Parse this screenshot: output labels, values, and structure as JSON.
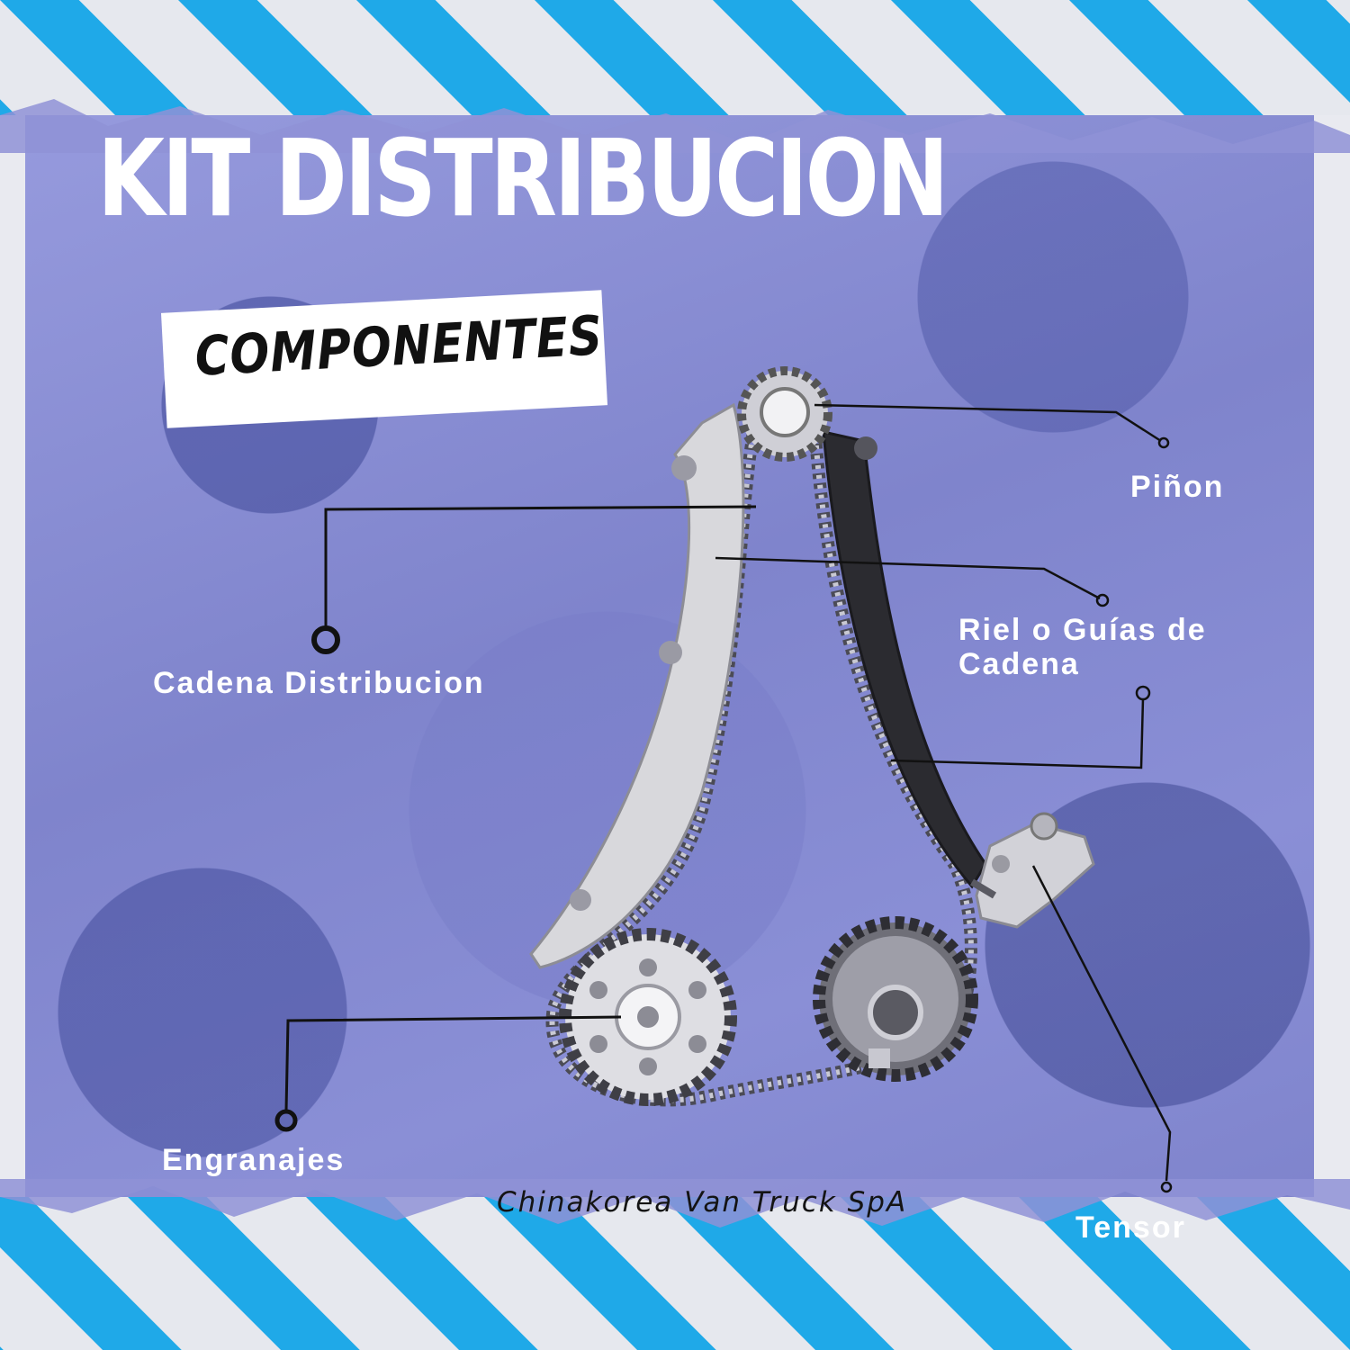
{
  "title": "KIT DISTRIBUCION",
  "section_label": "COMPONENTES",
  "labels": {
    "pinon": "Piñon",
    "riel_line1": "Riel o Guías de",
    "riel_line2": "Cadena",
    "cadena": "Cadena Distribucion",
    "engranajes": "Engranajes",
    "tensor": "Tensor"
  },
  "brand": "Chinakorea Van Truck SpA",
  "colors": {
    "stripe": "#1fa9e8",
    "background": "#8f92d6",
    "label_text": "#ffffff",
    "callout_line": "#111111"
  }
}
